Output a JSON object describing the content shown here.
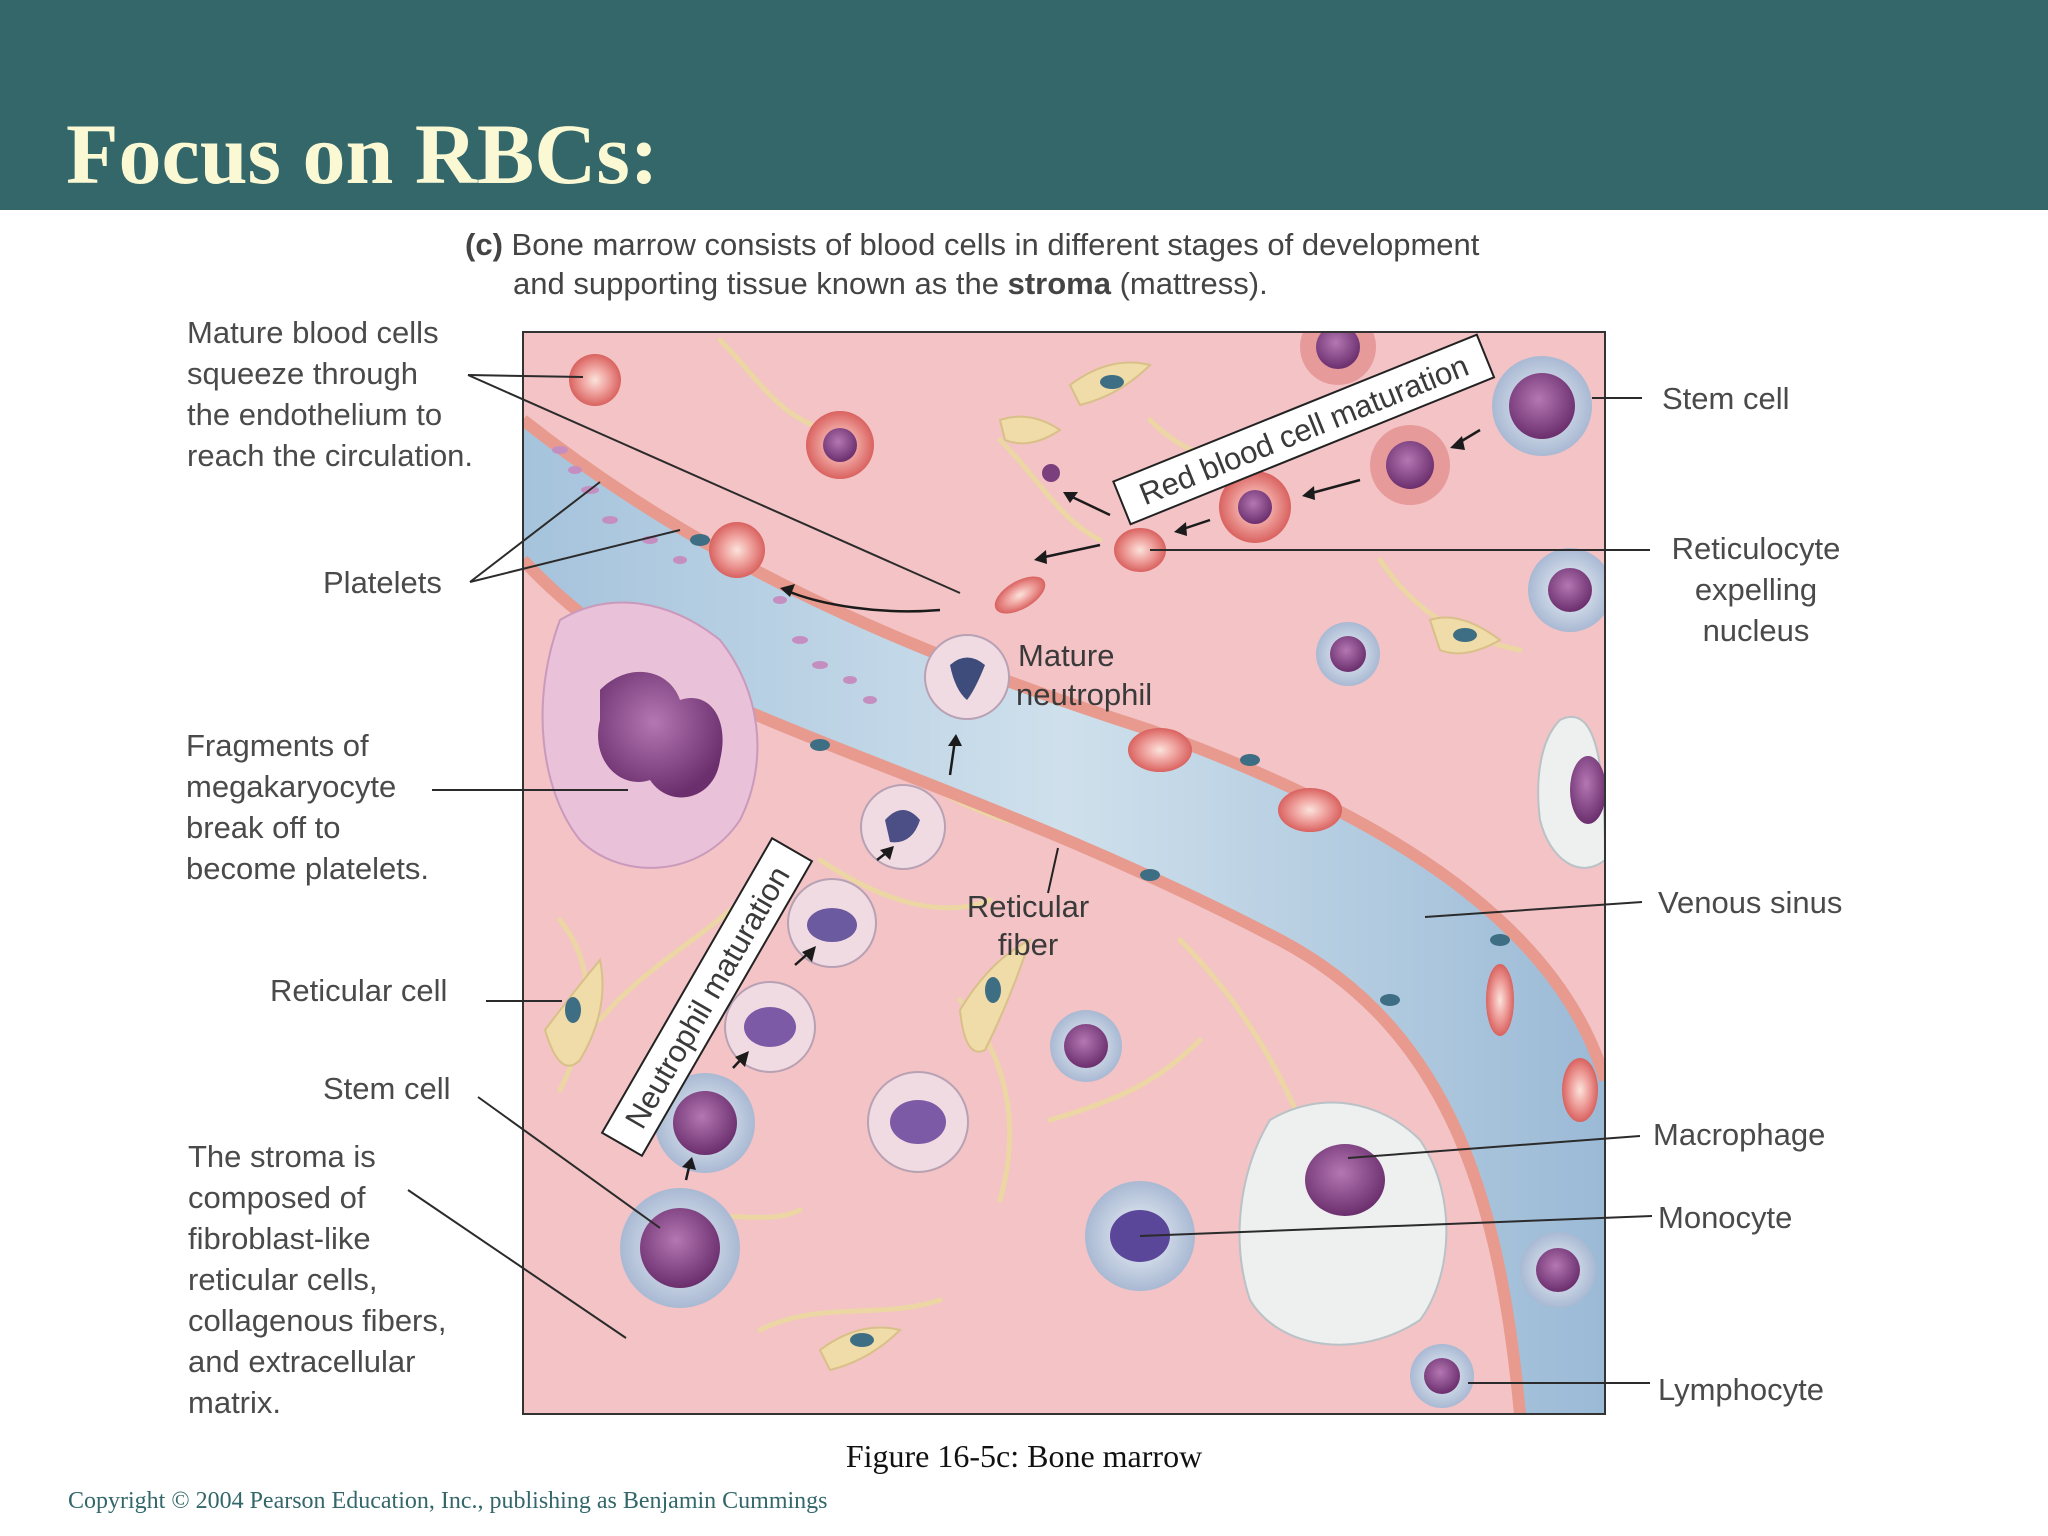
{
  "slide": {
    "title": "Focus on RBCs:",
    "figure_caption": "Figure 16-5c: Bone marrow",
    "copyright": "Copyright © 2004 Pearson Education, Inc., publishing as Benjamin Cummings"
  },
  "diagram": {
    "part_label": "(c)",
    "caption_line1": "Bone marrow consists of blood cells in different stages of development",
    "caption_line2_pre": "and supporting tissue known as the",
    "caption_line2_bold": "stroma",
    "caption_line2_post": "(mattress).",
    "banners": {
      "rbc_maturation": "Red blood cell maturation",
      "neutrophil_maturation": "Neutrophil maturation"
    },
    "inner_labels": {
      "mature_neutrophil": [
        "Mature",
        "neutrophil"
      ],
      "reticular_fiber": [
        "Reticular",
        "fiber"
      ]
    },
    "left_labels": {
      "mature_blood_cells": [
        "Mature blood cells",
        "squeeze through",
        "the endothelium to",
        "reach the circulation."
      ],
      "platelets": "Platelets",
      "megakaryocyte": [
        "Fragments of",
        "megakaryocyte",
        "break off to",
        "become platelets."
      ],
      "reticular_cell": "Reticular cell",
      "stem_cell": "Stem cell",
      "stroma": [
        "The stroma is",
        "composed of",
        "fibroblast-like",
        "reticular cells,",
        "collagenous fibers,",
        "and extracellular",
        "matrix."
      ]
    },
    "right_labels": {
      "stem_cell": "Stem cell",
      "reticulocyte": [
        "Reticulocyte",
        "expelling",
        "nucleus"
      ],
      "venous_sinus": "Venous sinus",
      "macrophage": "Macrophage",
      "monocyte": "Monocyte",
      "lymphocyte": "Lymphocyte"
    },
    "colors": {
      "header": "#33676a",
      "title": "#fbf8d4",
      "tissue": "#f3c3c6",
      "sinus": "#b9d3e6",
      "endothelium": "#e79a8d",
      "rbc": "#e98484",
      "nucleus_purple": "#8c4a8e"
    }
  }
}
